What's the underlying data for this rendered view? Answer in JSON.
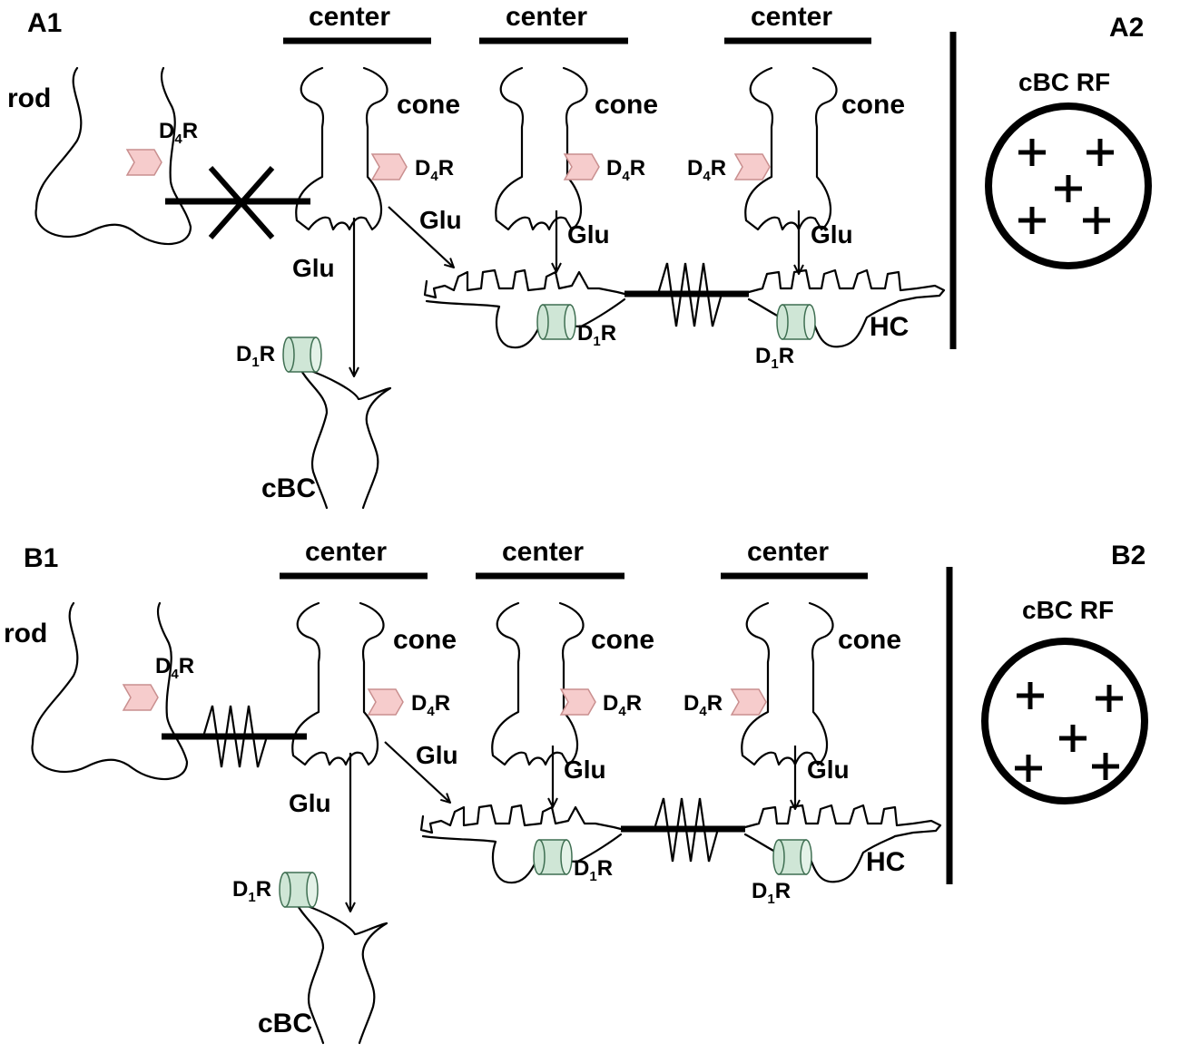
{
  "panels": {
    "A1": "A1",
    "A2": "A2",
    "B1": "B1",
    "B2": "B2"
  },
  "labels": {
    "center": "center",
    "rod": "rod",
    "cone": "cone",
    "glu": "Glu",
    "hc": "HC",
    "cbc": "cBC",
    "rf": "cBC RF",
    "d4r": {
      "main": "D",
      "subscript": "4",
      "suffix": "R"
    },
    "d1r": {
      "main": "D",
      "subscript": "1",
      "suffix": "R"
    }
  },
  "colors": {
    "d4_receptor": "#f6cccc",
    "d1_receptor": "#cfe6d6",
    "line": "#000000"
  },
  "icons": {
    "d4_receptor": "chevron-receptor-icon",
    "d1_receptor": "cylinder-receptor-icon",
    "rod_cone_coupling_blocked": "x-cross-icon",
    "gap_junction": "zigzag-icon",
    "rf_sign": "plus-icon"
  }
}
